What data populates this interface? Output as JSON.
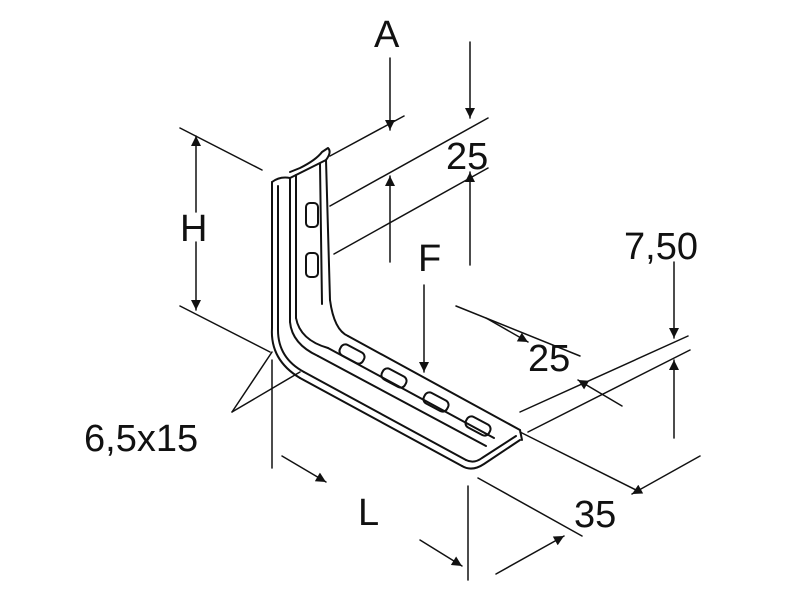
{
  "labels": {
    "a": "A",
    "h": "H",
    "f": "F",
    "l": "L",
    "dim_25_top": "25",
    "dim_25_side": "25",
    "dim_7_50": "7,50",
    "dim_35": "35",
    "slot": "6,5x15"
  },
  "colors": {
    "line": "#111111",
    "background": "#ffffff"
  }
}
